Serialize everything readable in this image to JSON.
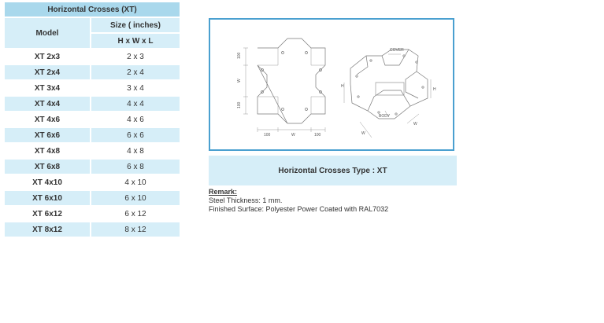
{
  "table": {
    "title": "Horizontal Crosses (XT)",
    "col_model": "Model",
    "col_size": "Size ( inches)",
    "col_dims": "H x W x L",
    "rows": [
      {
        "model": "XT 2x3",
        "size": "2 x 3"
      },
      {
        "model": "XT 2x4",
        "size": "2 x 4"
      },
      {
        "model": "XT 3x4",
        "size": "3 x 4"
      },
      {
        "model": "XT 4x4",
        "size": "4 x 4"
      },
      {
        "model": "XT 4x6",
        "size": "4 x 6"
      },
      {
        "model": "XT 6x6",
        "size": "6 x 6"
      },
      {
        "model": "XT 4x8",
        "size": "4 x 8"
      },
      {
        "model": "XT 6x8",
        "size": "6 x 8"
      },
      {
        "model": "XT 4x10",
        "size": "4 x 10"
      },
      {
        "model": "XT 6x10",
        "size": "6 x 10"
      },
      {
        "model": "XT 6x12",
        "size": "6 x 12"
      },
      {
        "model": "XT 8x12",
        "size": "8 x 12"
      }
    ]
  },
  "figure": {
    "dim_100": "100",
    "dim_w": "W",
    "dim_h": "H",
    "label_cover": "COVER",
    "label_body": "BODY"
  },
  "caption": "Horizontal Crosses Type : XT",
  "remark": {
    "title": "Remark:",
    "line1": "Steel Thickness: 1 mm.",
    "line2": "Finished Surface: Polyester Power Coated with RAL7032"
  },
  "colors": {
    "header_blue": "#a9d8ec",
    "row_blue": "#d6eef8",
    "frame_blue": "#4aa0d0"
  }
}
